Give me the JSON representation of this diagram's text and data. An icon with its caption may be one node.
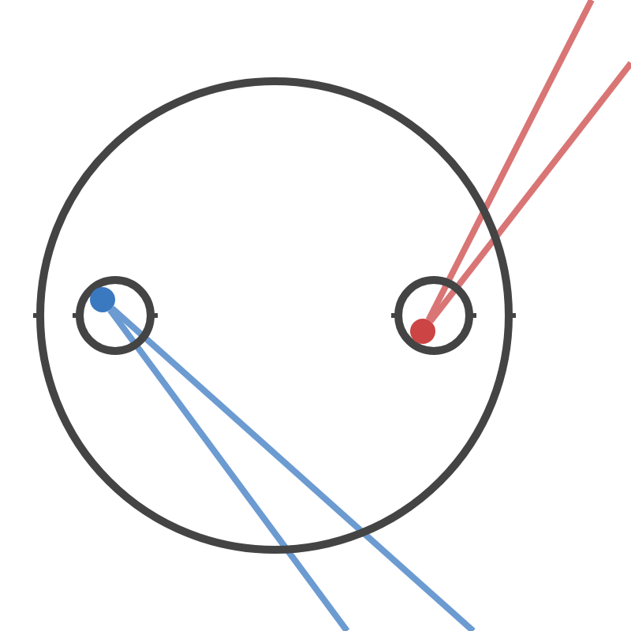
{
  "diagram": {
    "nodes": [
      {
        "text": [],
        "shape": "circle"
      },
      {
        "text": [],
        "shape": "circle",
        "in": 0
      },
      {
        "text": [],
        "shape": "circle",
        "in": 0
      },
      {
        "text": [],
        "shape": "circle",
        "in": 1
      },
      {
        "text": [],
        "shape": "circle",
        "in": 2
      }
    ],
    "edges": [
      {
        "from": 3,
        "to": null,
        "arrow": "none",
        "color": "#6b9bd1"
      },
      {
        "from": 3,
        "to": null,
        "arrow": "none",
        "color": "#6b9bd1"
      },
      {
        "from": 4,
        "to": null,
        "arrow": "none",
        "color": "#d97575"
      },
      {
        "from": 4,
        "to": null,
        "arrow": "none",
        "color": "#d97575"
      }
    ]
  }
}
